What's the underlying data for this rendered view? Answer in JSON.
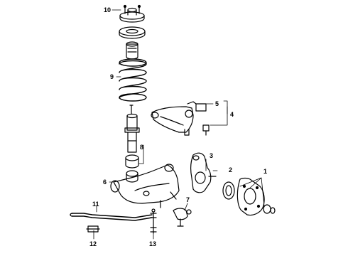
{
  "diagram": {
    "type": "exploded-parts-diagram",
    "line_color": "#000000",
    "background": "#ffffff",
    "callouts": [
      {
        "id": "c1",
        "label": "1"
      },
      {
        "id": "c2",
        "label": "2"
      },
      {
        "id": "c3",
        "label": "3"
      },
      {
        "id": "c4",
        "label": "4"
      },
      {
        "id": "c5",
        "label": "5"
      },
      {
        "id": "c6",
        "label": "6"
      },
      {
        "id": "c7",
        "label": "7"
      },
      {
        "id": "c8",
        "label": "8"
      },
      {
        "id": "c9",
        "label": "9"
      },
      {
        "id": "c10",
        "label": "10"
      },
      {
        "id": "c11",
        "label": "11"
      },
      {
        "id": "c12",
        "label": "12"
      },
      {
        "id": "c13",
        "label": "13"
      }
    ]
  }
}
